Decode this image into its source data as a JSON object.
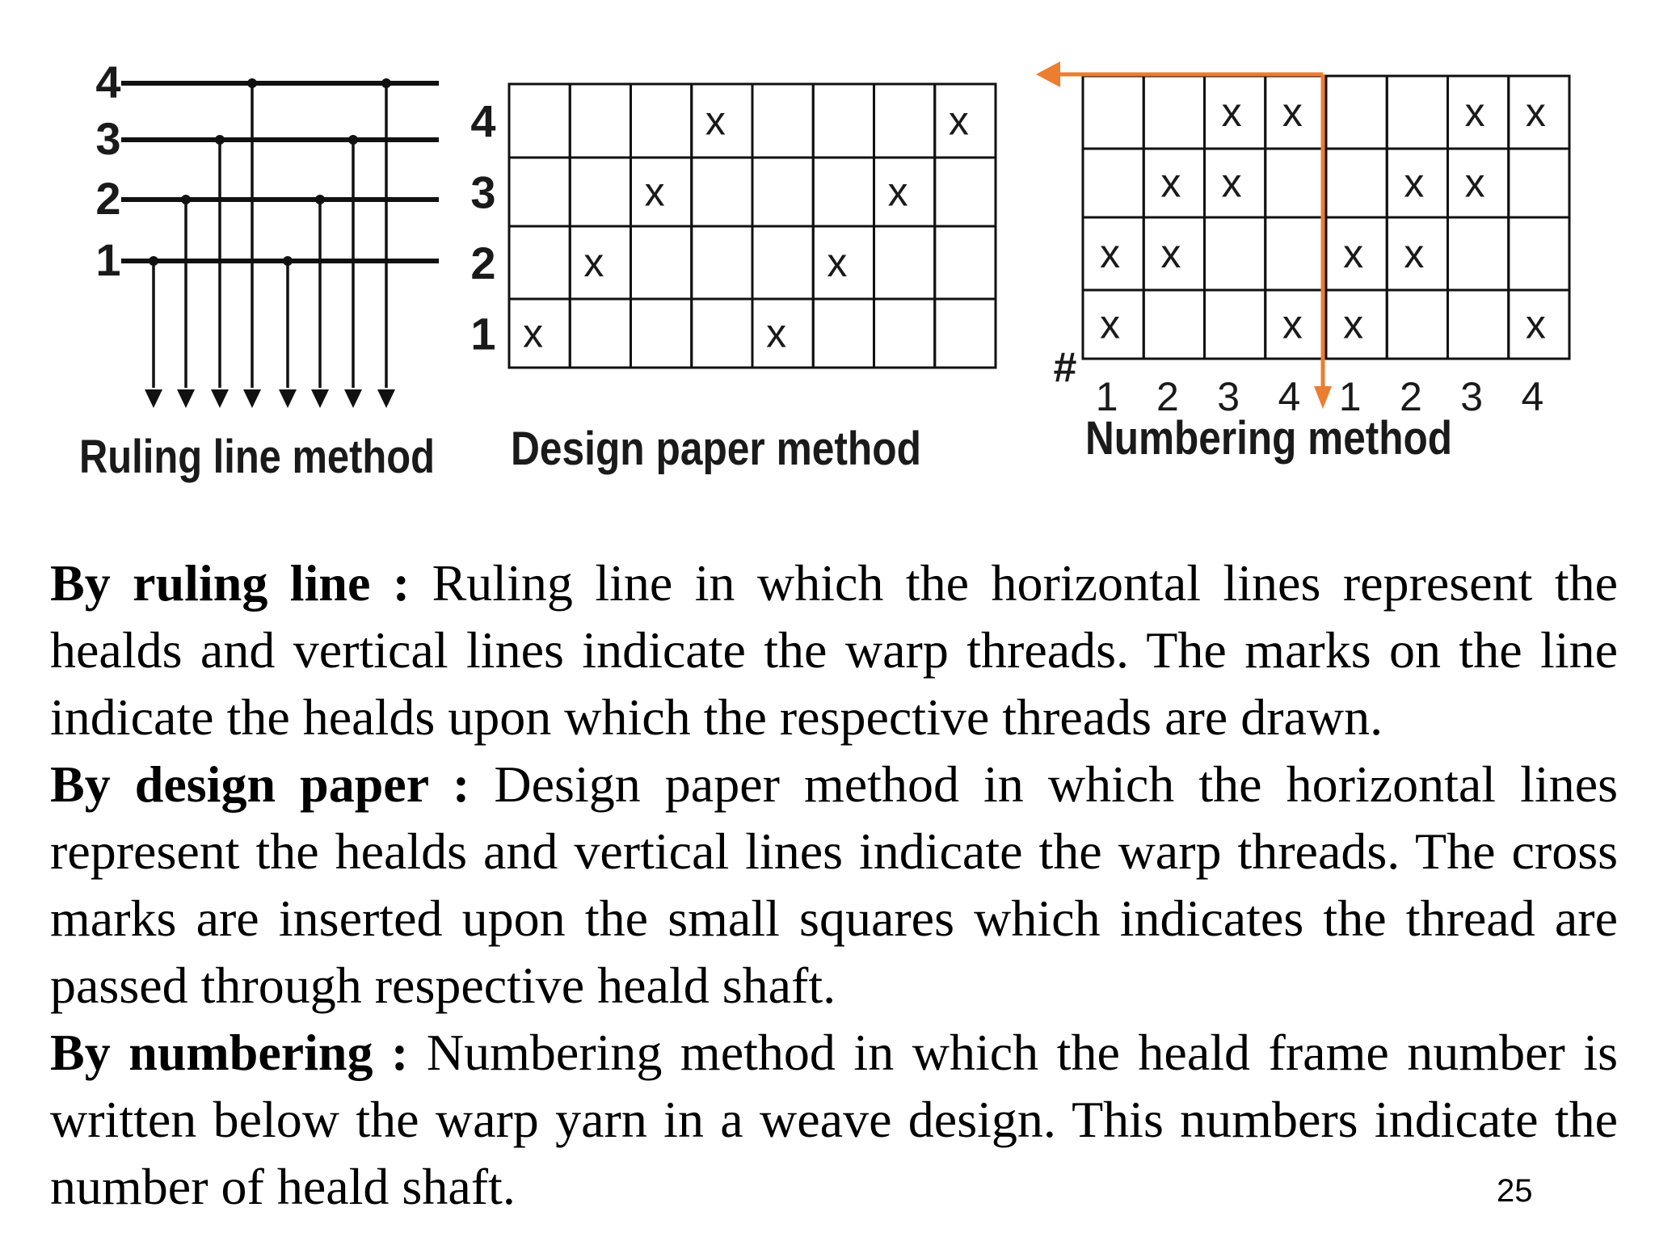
{
  "ruling": {
    "title": "Ruling line method",
    "heald_numbers": [
      "4",
      "3",
      "2",
      "1"
    ],
    "draft": [
      1,
      2,
      3,
      4,
      1,
      2,
      3,
      4
    ]
  },
  "design": {
    "title": "Design paper method",
    "row_numbers": [
      "4",
      "3",
      "2",
      "1"
    ],
    "mark": "x",
    "draft": [
      1,
      2,
      3,
      4,
      1,
      2,
      3,
      4
    ]
  },
  "numbering": {
    "title": "Numbering method",
    "hash": "#",
    "mark": "x",
    "column_numbers": [
      "1",
      "2",
      "3",
      "4",
      "1",
      "2",
      "3",
      "4"
    ],
    "grid": [
      [
        0,
        0,
        1,
        1,
        0,
        0,
        1,
        1
      ],
      [
        0,
        1,
        1,
        0,
        0,
        1,
        1,
        0
      ],
      [
        1,
        1,
        0,
        0,
        1,
        1,
        0,
        0
      ],
      [
        1,
        0,
        0,
        1,
        1,
        0,
        0,
        1
      ]
    ],
    "arrow_color": "#ED7D31"
  },
  "paragraphs": [
    {
      "heading": "By ruling line :",
      "body": " Ruling line in which the horizontal lines represent the healds and vertical lines indicate the warp threads. The marks on the line indicate the healds upon which the respective threads are drawn."
    },
    {
      "heading": "By design paper :",
      "body": " Design paper method in which the horizontal lines represent the healds and vertical lines indicate the warp threads. The cross marks are inserted upon the small squares which indicates the thread are passed through respective heald shaft."
    },
    {
      "heading": "By numbering :",
      "body": " Numbering method in which the heald frame number is written below the warp yarn in a weave design. This numbers indicate the number of heald shaft."
    }
  ],
  "slide_number": "25"
}
